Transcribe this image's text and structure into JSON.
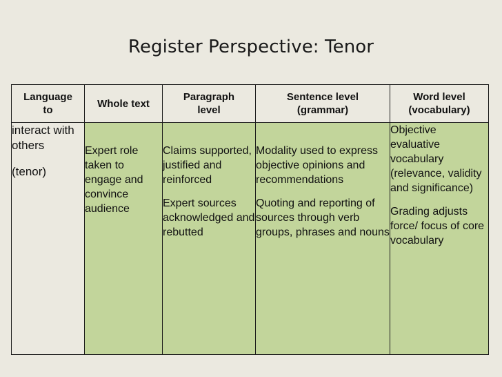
{
  "slide": {
    "title": "Register Perspective: Tenor",
    "background_color": "#ebe9e0",
    "cell_highlight_color": "#c2d59b",
    "border_color": "#1a1a1a"
  },
  "table": {
    "headers": [
      "Language to",
      "Whole text",
      "Paragraph level",
      "Sentence level (grammar)",
      "Word level (vocabulary)"
    ],
    "header_lines": {
      "col1_line1": "Language",
      "col1_line2": "to",
      "col2_line1": "Whole text",
      "col3_line1": "Paragraph",
      "col3_line2": "level",
      "col4_line1": "Sentence level",
      "col4_line2": "(grammar)",
      "col5_line1": "Word level",
      "col5_line2": "(vocabulary)"
    },
    "rows": [
      {
        "label": {
          "p1": "interact with others",
          "p2": "(tenor)"
        },
        "whole_text": {
          "p1": "Expert role taken to engage and convince audience"
        },
        "paragraph_level": {
          "p1": "Claims supported, justified and reinforced",
          "p2": "Expert sources acknowledged and rebutted"
        },
        "sentence_level": {
          "p1": "Modality used to express objective opinions and recommendations",
          "p2": "Quoting and reporting of sources through verb groups, phrases and nouns"
        },
        "word_level": {
          "p1": "Objective evaluative vocabulary (relevance, validity and significance)",
          "p2": "Grading adjusts force/ focus of core vocabulary"
        }
      }
    ]
  }
}
